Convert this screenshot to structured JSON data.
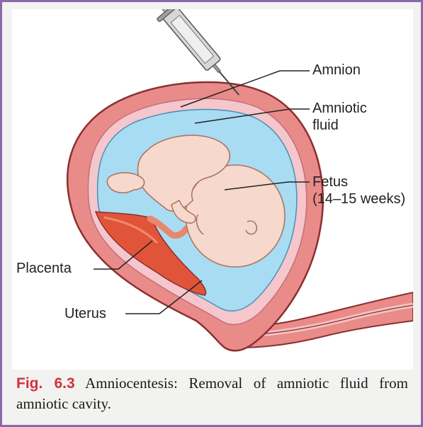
{
  "labels": {
    "amnion": "Amnion",
    "amniotic_fluid": "Amniotic\nfluid",
    "fetus": "Fetus\n(14–15 weeks)",
    "placenta": "Placenta",
    "uterus": "Uterus"
  },
  "caption": {
    "figure_number": "Fig. 6.3",
    "text": " Amniocentesis: Removal of amniotic fluid from amniotic cavity."
  },
  "colors": {
    "frame_border": "#8b68a8",
    "uterus_wall": "#e98b88",
    "uterus_outline": "#8c2f2f",
    "amniotic_fluid": "#a8dcf2",
    "fetus_skin": "#f6d8cc",
    "placenta": "#e0553a",
    "syringe": "#b8b8b8",
    "caption_red": "#d0323c"
  }
}
